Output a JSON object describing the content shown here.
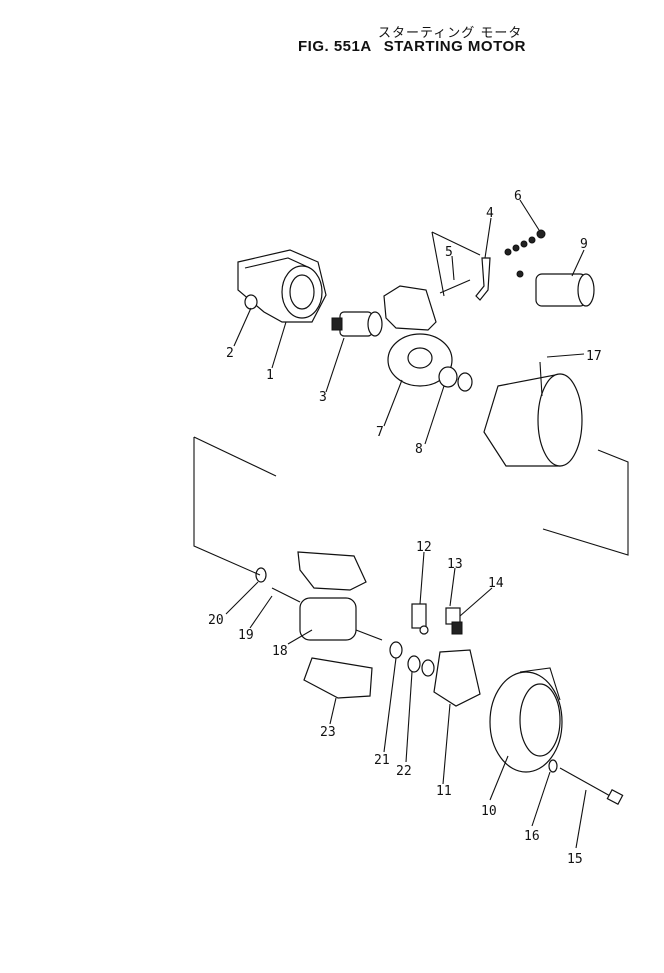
{
  "figure": {
    "title_jp": "スターティング モータ",
    "fig_number": "FIG. 551A",
    "title_en": "STARTING MOTOR"
  },
  "callouts": [
    "1",
    "2",
    "3",
    "4",
    "5",
    "6",
    "7",
    "8",
    "9",
    "10",
    "11",
    "12",
    "13",
    "14",
    "15",
    "16",
    "17",
    "18",
    "19",
    "20",
    "21",
    "22",
    "23"
  ]
}
